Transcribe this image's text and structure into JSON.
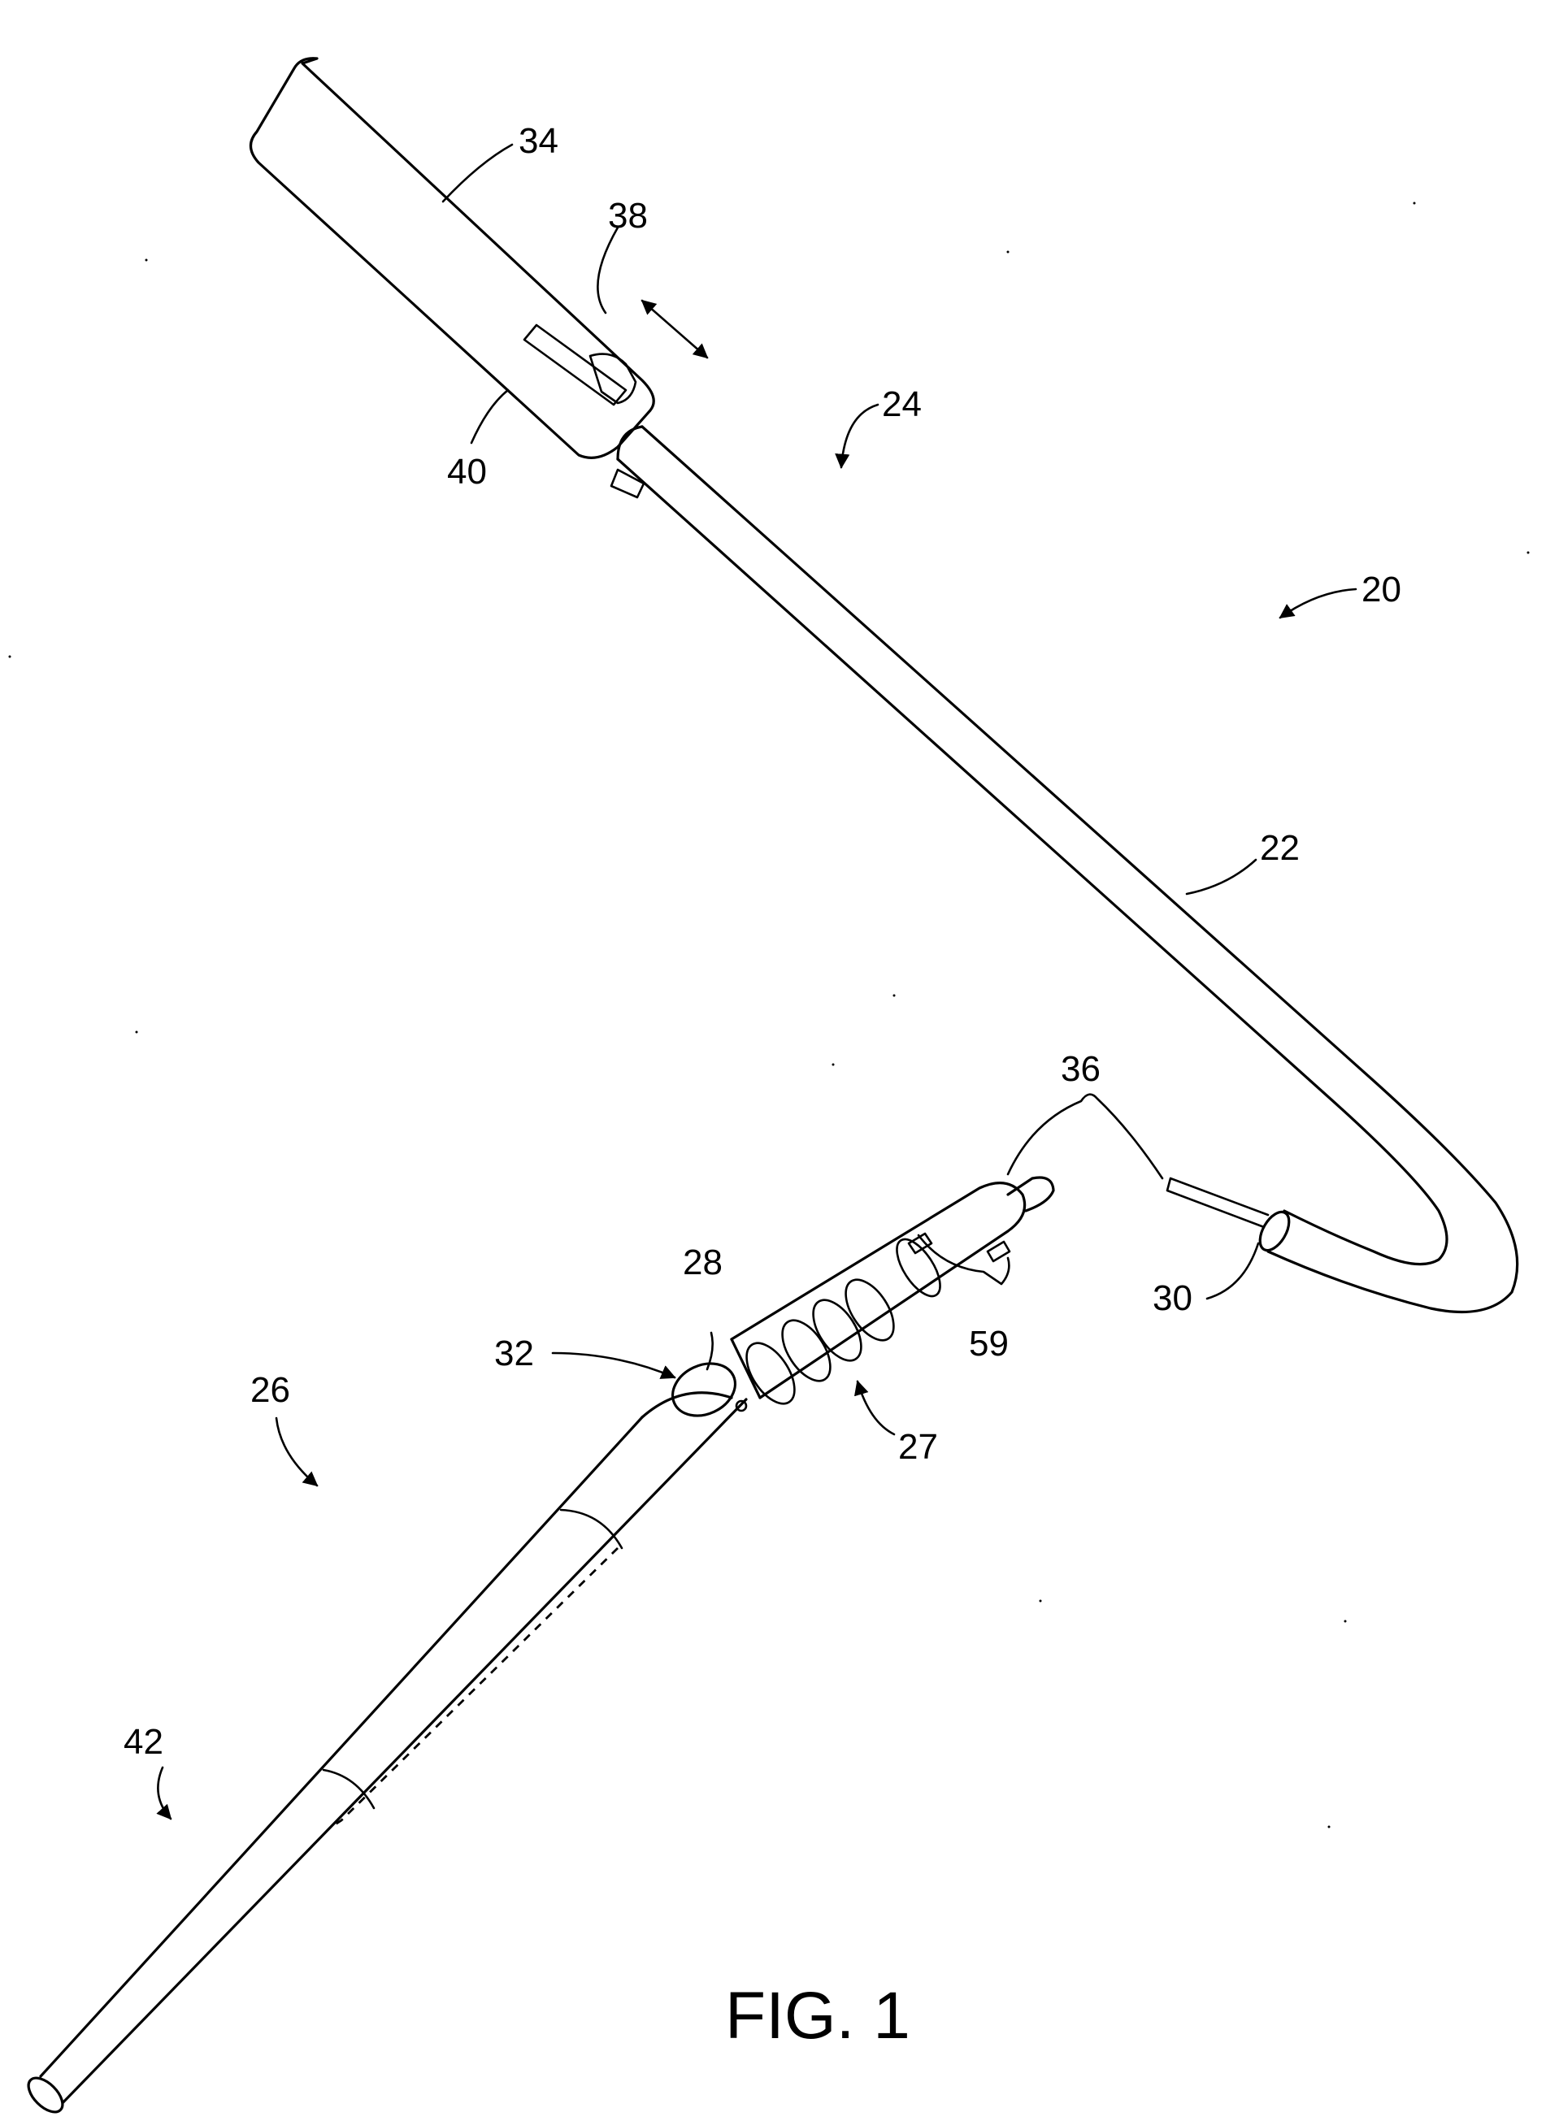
{
  "figure": {
    "caption": "FIG. 1",
    "labels": {
      "l20": "20",
      "l22": "22",
      "l24": "24",
      "l26": "26",
      "l27": "27",
      "l28": "28",
      "l30": "30",
      "l32": "32",
      "l34": "34",
      "l36": "36",
      "l38": "38",
      "l40": "40",
      "l42": "42",
      "l59": "59"
    }
  }
}
